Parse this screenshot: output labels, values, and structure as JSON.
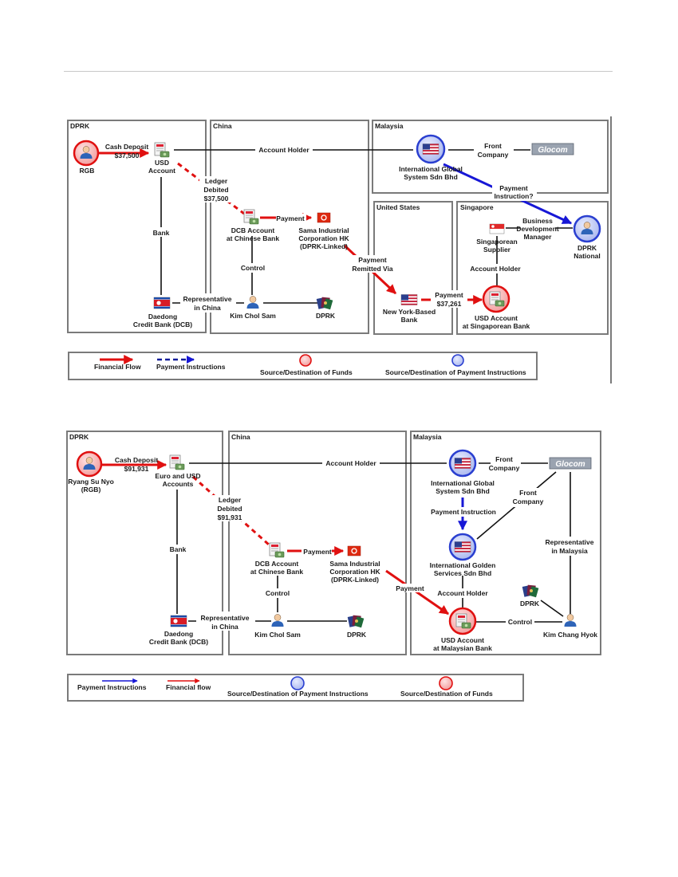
{
  "colors": {
    "financial_flow": "#e01010",
    "payment_instructions": "#1717d6",
    "funds_circle_fill": "#f6b6b6",
    "funds_circle_stroke": "#e01010",
    "instr_circle_fill": "#b9c4f2",
    "instr_circle_stroke": "#2a3fd0",
    "region_border": "#7a7a7a"
  },
  "diagram1": {
    "regions": {
      "dprk": "DPRK",
      "china": "China",
      "malaysia": "Malaysia",
      "us": "United States",
      "singapore": "Singapore"
    },
    "edges": {
      "cash_deposit": [
        "Cash Deposit",
        "$37,500"
      ],
      "account_holder": "Account Holder",
      "front_company": [
        "Front",
        "Company"
      ],
      "ledger_debited": [
        "Ledger",
        "Debited",
        "$37,500"
      ],
      "payment_instruction": [
        "Payment",
        "Instruction?"
      ],
      "payment_hk": "Payment",
      "bank": "Bank",
      "control": "Control",
      "payment_remitted": [
        "Payment",
        "Remitted Via"
      ],
      "payment_sg": [
        "Payment",
        "$37,261"
      ],
      "account_holder_sg": "Account Holder",
      "representative": [
        "Representative",
        "in China"
      ]
    },
    "nodes": {
      "rgb": [
        "RGB"
      ],
      "usd_account": [
        "USD",
        "Account"
      ],
      "international_global": [
        "International Global",
        "System Sdn Bhd"
      ],
      "glocom": "Glocom",
      "dcb_account": [
        "DCB Account",
        "at Chinese Bank"
      ],
      "sama": [
        "Sama Industrial",
        "Corporation HK",
        "(DPRK-Linked)"
      ],
      "bdm": [
        "Business",
        "Development",
        "Manager"
      ],
      "sg_supplier": [
        "Singaporean",
        "Supplier"
      ],
      "dprk_national": [
        "DPRK",
        "National"
      ],
      "ny_bank": [
        "New York-Based",
        "Bank"
      ],
      "usd_sg": [
        "USD Account",
        "at Singaporean Bank"
      ],
      "daedong": [
        "Daedong",
        "Credit Bank (DCB)"
      ],
      "kim_chol_sam": [
        "Kim Chol Sam"
      ],
      "dprk_passports": [
        "DPRK"
      ]
    },
    "legend": {
      "financial_flow": "Financial Flow",
      "payment_instructions": "Payment Instructions",
      "funds": "Source/Destination of Funds",
      "instructions": "Source/Destination of Payment Instructions"
    }
  },
  "diagram2": {
    "regions": {
      "dprk": "DPRK",
      "china": "China",
      "malaysia": "Malaysia"
    },
    "edges": {
      "cash_deposit": [
        "Cash Deposit",
        "$91,931"
      ],
      "account_holder": "Account Holder",
      "front_company1": [
        "Front",
        "Company"
      ],
      "front_company2": [
        "Front",
        "Company"
      ],
      "ledger_debited": [
        "Ledger",
        "Debited",
        "$91,931"
      ],
      "payment_instruction": "Payment Instruction",
      "payment_hk": "Payment",
      "bank": "Bank",
      "control": "Control",
      "payment_my": "Payment",
      "account_holder_my": "Account Holder",
      "control_my": "Control",
      "representative_my": [
        "Representative",
        "in Malaysia"
      ],
      "representative": [
        "Representative",
        "in China"
      ]
    },
    "nodes": {
      "ryang": [
        "Ryang Su Nyo",
        "(RGB)"
      ],
      "euro_usd": [
        "Euro and USD",
        "Accounts"
      ],
      "international_global": [
        "International Global",
        "System Sdn Bhd"
      ],
      "glocom": "Glocom",
      "dcb_account": [
        "DCB Account",
        "at Chinese Bank"
      ],
      "sama": [
        "Sama Industrial",
        "Corporation HK",
        "(DPRK-Linked)"
      ],
      "international_golden": [
        "International Golden",
        "Services Sdn Bhd"
      ],
      "dprk_my": [
        "DPRK"
      ],
      "usd_my": [
        "USD Account",
        "at Malaysian Bank"
      ],
      "kim_chang_hyok": [
        "Kim Chang Hyok"
      ],
      "daedong": [
        "Daedong",
        "Credit Bank (DCB)"
      ],
      "kim_chol_sam": [
        "Kim Chol Sam"
      ],
      "dprk_passports": [
        "DPRK"
      ]
    },
    "legend": {
      "payment_instructions": "Payment Instructions",
      "financial_flow": "Financial flow",
      "instructions": "Source/Destination of Payment Instructions",
      "funds": "Source/Destination of Funds"
    }
  }
}
